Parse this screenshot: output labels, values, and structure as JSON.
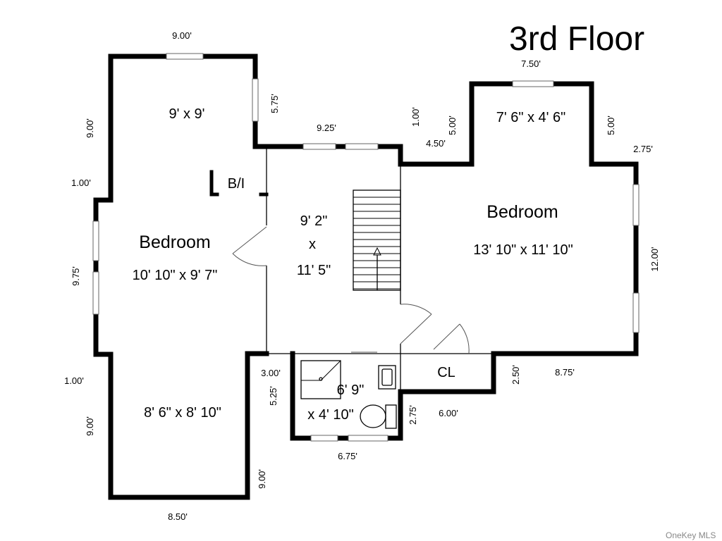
{
  "title": "3rd Floor",
  "watermark": "OneKey MLS",
  "rooms": {
    "left_bedroom_name": "Bedroom",
    "left_bedroom_size": "10' 10\" x 9' 7\"",
    "left_top_size": "9' x 9'",
    "left_bottom_size": "8' 6\" x 8' 10\"",
    "builtin": "B/I",
    "hall_l1": "9' 2\"",
    "hall_l2": "x",
    "hall_l3": "11' 5\"",
    "right_bedroom_name": "Bedroom",
    "right_bedroom_size": "13' 10\" x 11' 10\"",
    "right_top_size": "7' 6\" x 4' 6\"",
    "bath_l1": "6' 9\"",
    "bath_l2": "x 4' 10\"",
    "closet": "CL"
  },
  "dims": {
    "d_top_left": "9.00'",
    "d_left_upper": "9.00'",
    "d_left_step1": "1.00'",
    "d_left_mid": "9.75'",
    "d_left_step2": "1.00'",
    "d_left_lower": "9.00'",
    "d_bottom_left": "8.50'",
    "d_575": "5.75'",
    "d_925": "9.25'",
    "d_100b": "1.00'",
    "d_500a": "5.00'",
    "d_450": "4.50'",
    "d_750": "7.50'",
    "d_500b": "5.00'",
    "d_275a": "2.75'",
    "d_1200": "12.00'",
    "d_250": "2.50'",
    "d_875": "8.75'",
    "d_300": "3.00'",
    "d_525": "5.25'",
    "d_275b": "2.75'",
    "d_600": "6.00'",
    "d_675": "6.75'",
    "d_900b": "9.00'"
  }
}
